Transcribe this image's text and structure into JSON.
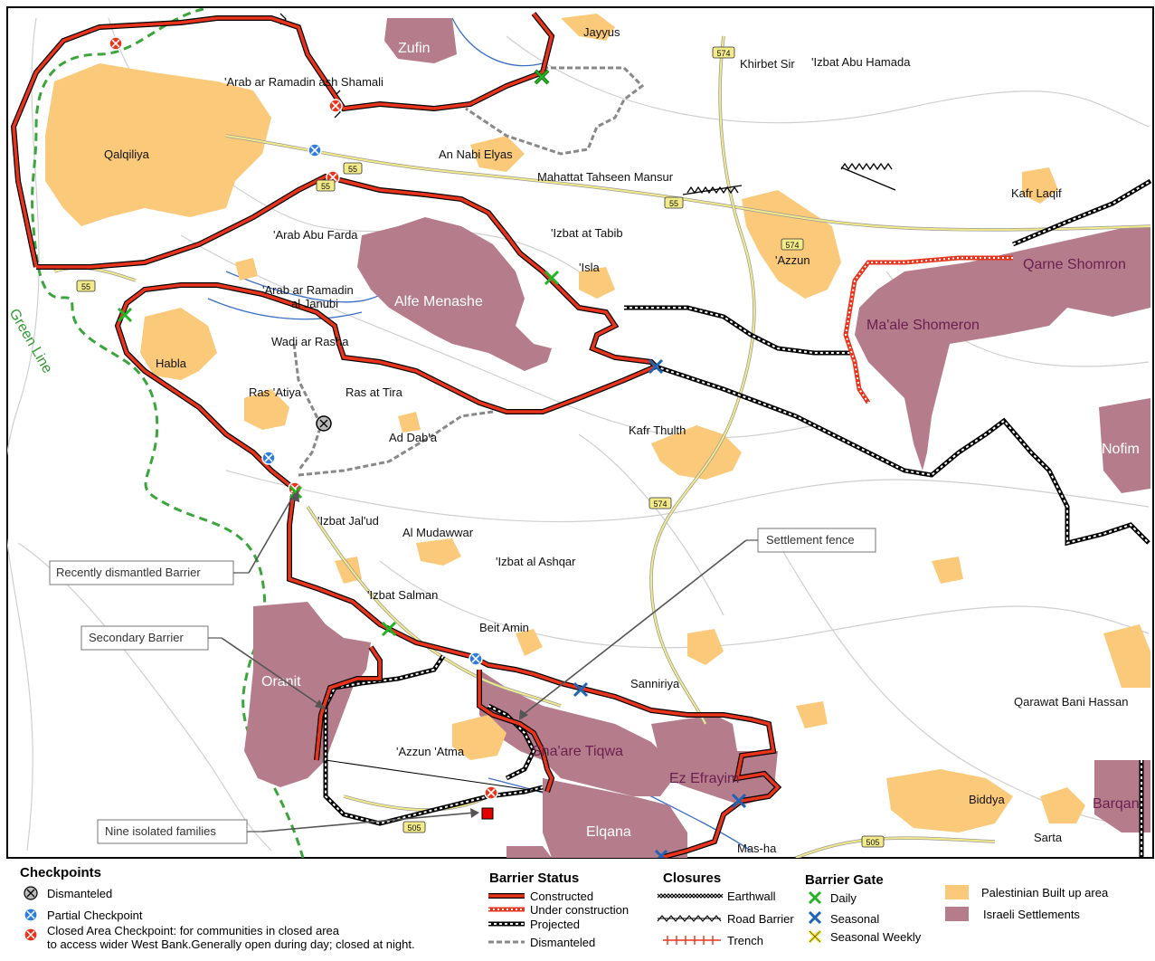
{
  "map": {
    "green_line_label": "Green Line",
    "places": {
      "qalqiliya": "Qalqiliya",
      "jayyus": "Jayyus",
      "zufin": "Zufin",
      "arab_ramadin_shamali": "'Arab ar Ramadin ash Shamali",
      "khirbet_sir": "Khirbet Sir",
      "izbat_abu_hamada": "'Izbat Abu Hamada",
      "an_nabi_elyas": "An Nabi Elyas",
      "mahattat": "Mahattat Tahseen Mansur",
      "kafr_laqif": "Kafr Laqif",
      "arab_abu_farda": "'Arab Abu Farda",
      "izbat_tabib": "'Izbat at Tabib",
      "isla": "'Isla",
      "azzun": "'Azzun",
      "arab_ramadin_janubi_1": "'Arab ar Ramadin",
      "arab_ramadin_janubi_2": "al Janubi",
      "wadi_rasha": "Wadi ar Rasha",
      "habla": "Habla",
      "ras_atiya": "Ras 'Atiya",
      "ras_tira": "Ras at Tira",
      "ad_daba": "Ad Dab'a",
      "kafr_thulth": "Kafr Thulth",
      "izbat_jalud": "'Izbat Jal'ud",
      "al_mudawwar": "Al Mudawwar",
      "izbat_ashqar": "'Izbat al Ashqar",
      "izbat_salman": "'Izbat Salman",
      "beit_amin": "Beit Amin",
      "sanniriya": "Sanniriya",
      "qarawat": "Qarawat Bani Hassan",
      "azzun_atma": "'Azzun 'Atma",
      "biddya": "Biddya",
      "sarta": "Sarta",
      "mas_ha": "Mas-ha"
    },
    "settlements": {
      "alfe_menashe": "Alfe Menashe",
      "qarne_shomron": "Qarne Shomron",
      "maale_shomeron": "Ma'ale Shomeron",
      "nofim": "Nofim",
      "oranit": "Oranit",
      "shaare_tiqwa": "Sha'are Tiqwa",
      "ez_efrayim": "Ez Efrayim",
      "elqana": "Elqana",
      "barqan": "Barqan"
    },
    "roads": {
      "r55": "55",
      "r574": "574",
      "r505": "505"
    },
    "callouts": {
      "recently_dismantled": "Recently dismantled Barrier",
      "secondary_barrier": "Secondary Barrier",
      "settlement_fence": "Settlement fence",
      "nine_families": "Nine isolated families"
    }
  },
  "legend": {
    "checkpoints": {
      "title": "Checkpoints",
      "dismanteled": "Dismanteled",
      "partial": "Partial Checkpoint",
      "closed_1": "Closed Area Checkpoint: for communities in closed area",
      "closed_2": "to access wider West Bank.Generally open during day; closed at night."
    },
    "barrier_status": {
      "title": "Barrier Status",
      "constructed": "Constructed",
      "under_construction": "Under construction",
      "projected": "Projected",
      "dismanteled": "Dismanteled"
    },
    "closures": {
      "title": "Closures",
      "earthwall": "Earthwall",
      "road_barrier": "Road Barrier",
      "trench": "Trench"
    },
    "barrier_gate": {
      "title": "Barrier Gate",
      "daily": "Daily",
      "seasonal": "Seasonal",
      "seasonal_weekly": "Seasonal Weekly"
    },
    "areas": {
      "palestinian": "Palestinian Built up area",
      "israeli": "Israeli Settlements"
    }
  },
  "colors": {
    "barrier_red": "#e8341c",
    "settlement": "#b57c8c",
    "built_up": "#fbc97a",
    "green_line": "#3aa53a",
    "road_yellow": "#f3ea8a",
    "water_blue": "#3b6fc4",
    "gate_green": "#22b422",
    "gate_blue": "#1f63b5",
    "gate_yellow": "#e5d400"
  }
}
